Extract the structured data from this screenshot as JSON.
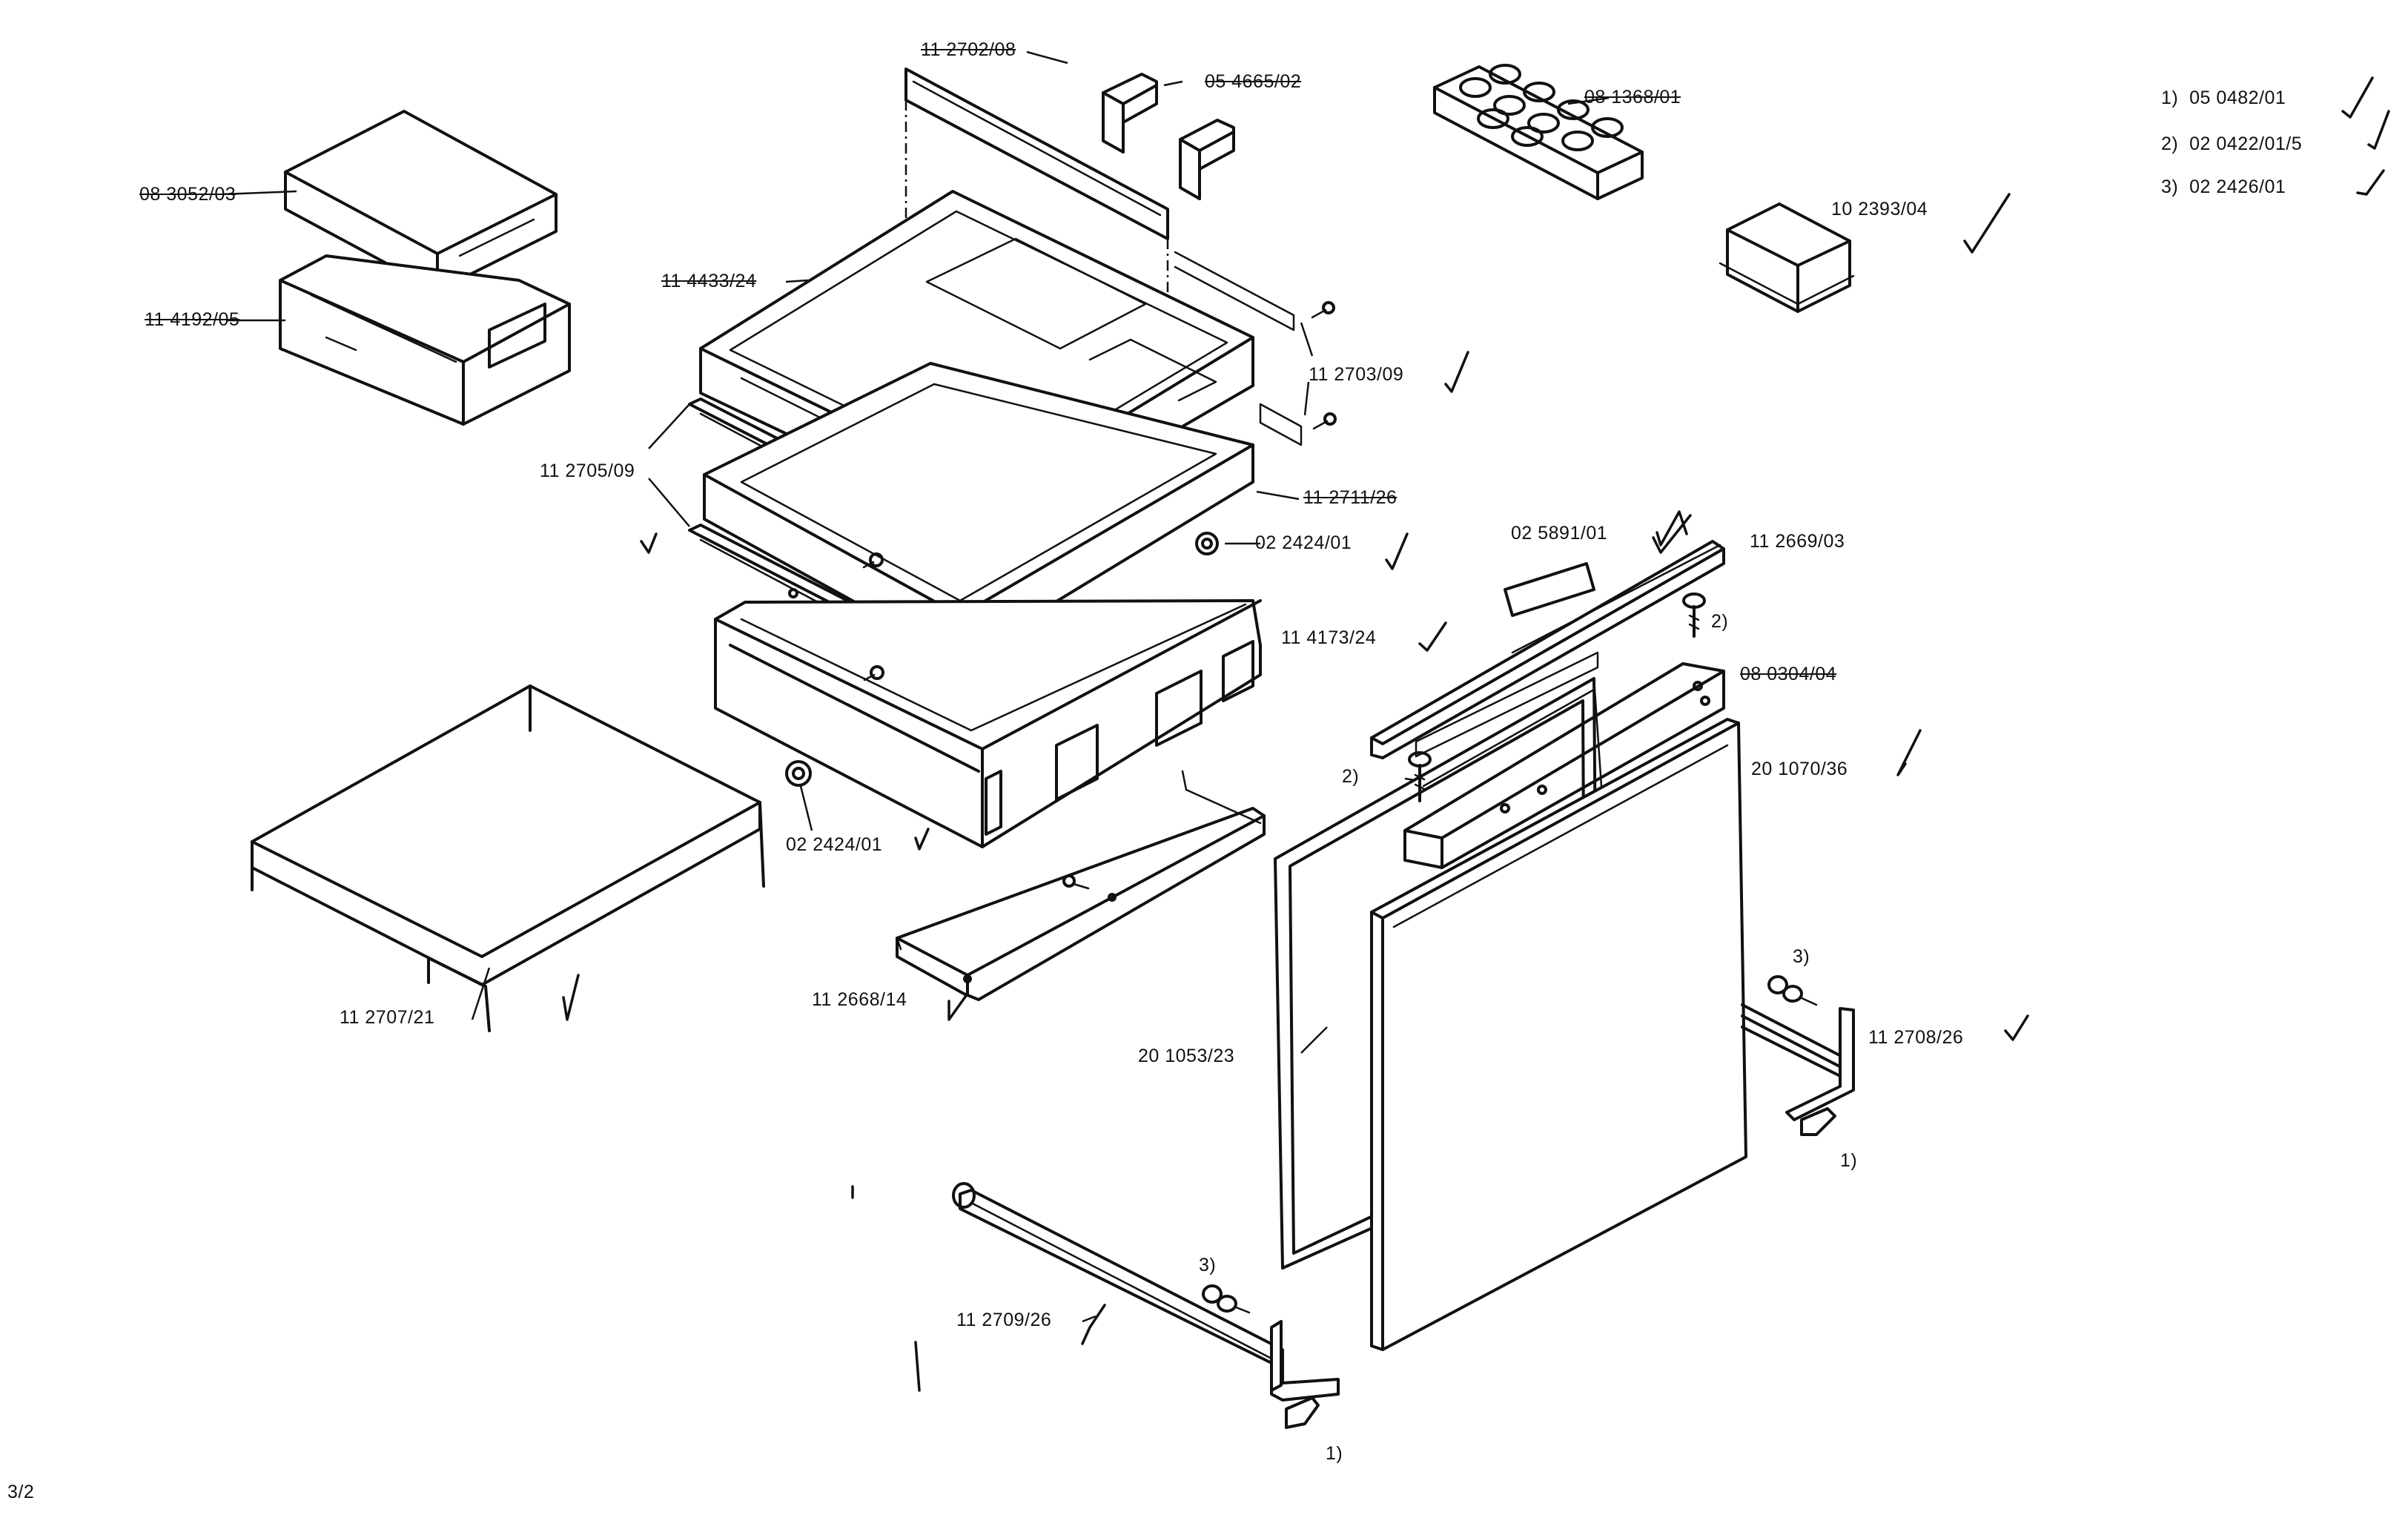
{
  "page_number": "3/2",
  "legend": [
    {
      "marker": "1)",
      "code": "05 0482/01"
    },
    {
      "marker": "2)",
      "code": "02 0422/01/5"
    },
    {
      "marker": "3)",
      "code": "02 2426/01"
    }
  ],
  "parts": {
    "p_08_3052_03": "08 3052/03",
    "p_11_4192_05": "11 4192/05",
    "p_11_2702_08": "11 2702/08",
    "p_05_4665_02": "05 4665/02",
    "p_08_1368_01": "08 1368/01",
    "p_10_2393_04": "10 2393/04",
    "p_11_4433_24": "11 4433/24",
    "p_11_2703_09": "11 2703/09",
    "p_11_2705_09": "11 2705/09",
    "p_11_2711_26": "11 2711/26",
    "p_02_2424_01_a": "02 2424/01",
    "p_02_5891_01": "02 5891/01",
    "p_11_2669_03": "11 2669/03",
    "p_11_4173_24": "11 4173/24",
    "p_08_0304_04": "08 0304/04",
    "p_20_1070_36": "20 1070/36",
    "p_02_2424_01_b": "02 2424/01",
    "p_11_2668_14": "11 2668/14",
    "p_11_2707_21": "11 2707/21",
    "p_20_1053_23": "20 1053/23",
    "p_11_2708_26": "11 2708/26",
    "p_11_2709_26": "11 2709/26"
  },
  "callouts": {
    "m1_right": "1)",
    "m1_bottom": "1)",
    "m2_upper": "2)",
    "m2_lower": "2)",
    "m3_right": "3)",
    "m3_bottom": "3)"
  }
}
